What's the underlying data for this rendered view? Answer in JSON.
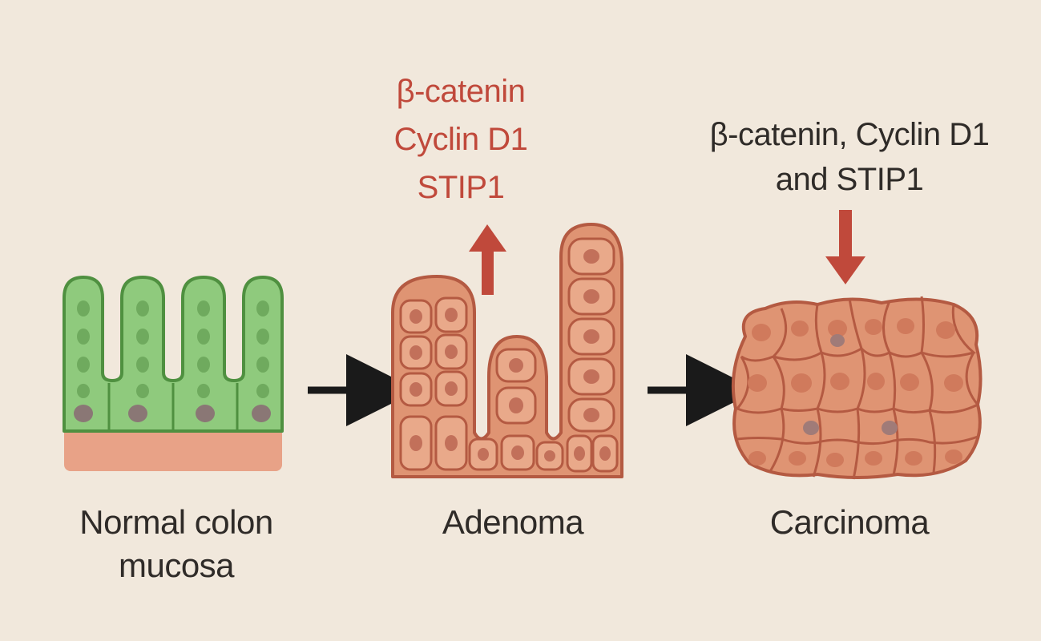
{
  "colors": {
    "background": "#f1e8dc",
    "normal_fill": "#8fca7d",
    "normal_stroke": "#4f9040",
    "submucosa": "#e8a287",
    "tumor_fill": "#df9473",
    "tumor_stroke": "#b45a42",
    "nucleus": "#9a7a72",
    "up_red": "#c0493b",
    "arrow_black": "#1a1a1a",
    "text": "#2f2b28"
  },
  "stages": [
    {
      "id": "normal",
      "label_lines": [
        "Normal colon",
        "mucosa"
      ]
    },
    {
      "id": "adenoma",
      "label_lines": [
        "Adenoma"
      ]
    },
    {
      "id": "carcinoma",
      "label_lines": [
        "Carcinoma"
      ]
    }
  ],
  "adenoma_markers": {
    "lines": [
      "β-catenin",
      "Cyclin D1",
      "STIP1"
    ],
    "direction": "up",
    "color": "#c0493b"
  },
  "carcinoma_markers": {
    "lines": [
      "β-catenin, Cyclin D1",
      "and STIP1"
    ],
    "direction": "down",
    "color": "#c0493b"
  },
  "transition_arrows": [
    {
      "from": "normal",
      "to": "adenoma"
    },
    {
      "from": "adenoma",
      "to": "carcinoma"
    }
  ]
}
